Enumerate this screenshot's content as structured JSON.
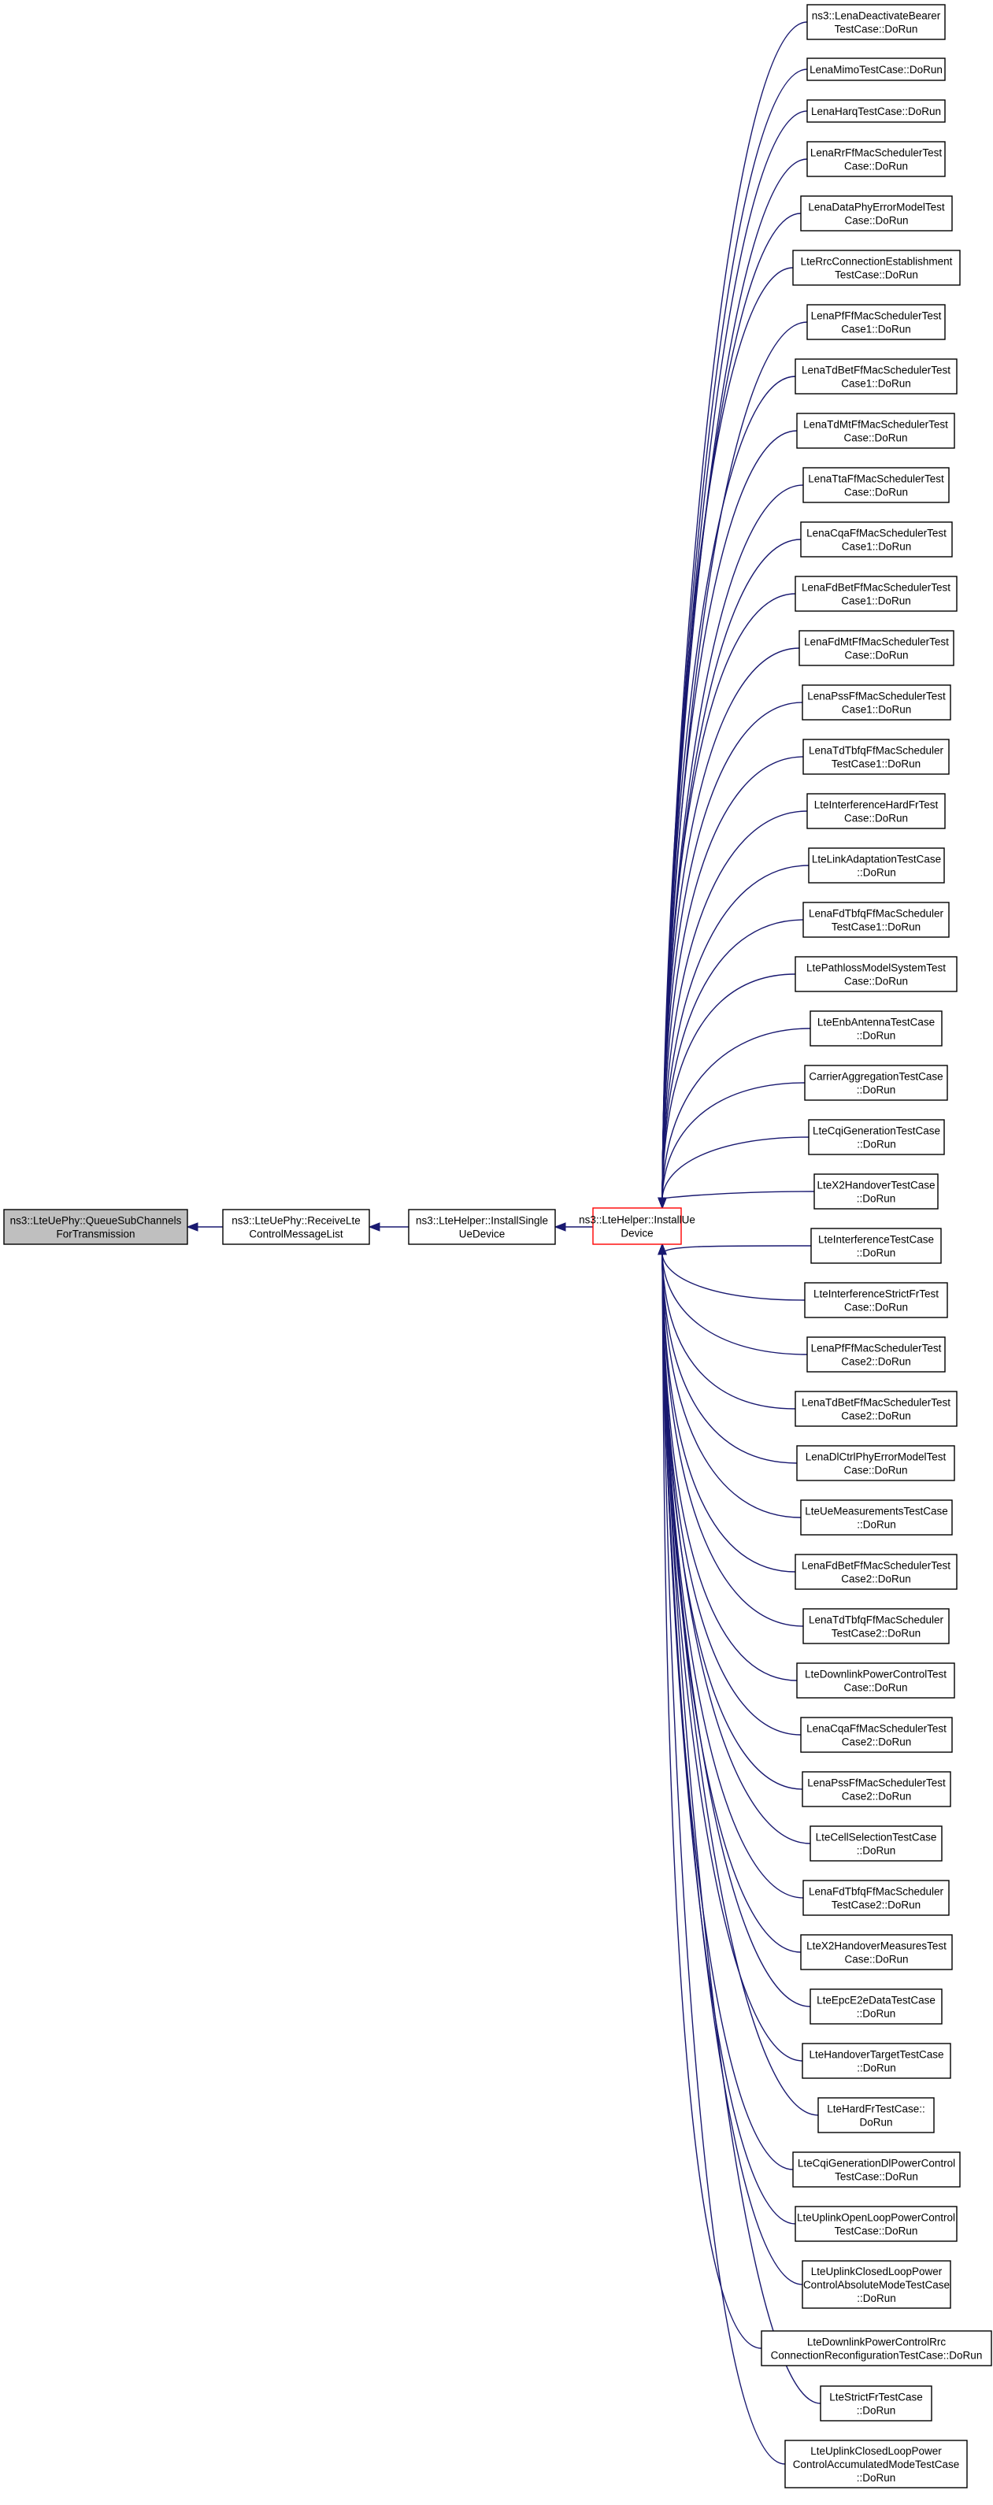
{
  "diagram": {
    "type": "call-graph",
    "edge_color": "#191970",
    "focus_border_color": "#ff0000",
    "root_fill": "#bfbfbf",
    "chain": [
      {
        "id": "queue-sub-channels",
        "lines": [
          "ns3::LteUePhy::QueueSubChannels",
          "ForTransmission"
        ],
        "style": "root"
      },
      {
        "id": "receive-lte-control",
        "lines": [
          "ns3::LteUePhy::ReceiveLte",
          "ControlMessageList"
        ],
        "style": "normal"
      },
      {
        "id": "install-single-ue",
        "lines": [
          "ns3::LteHelper::InstallSingle",
          "UeDevice"
        ],
        "style": "normal"
      },
      {
        "id": "install-ue-device",
        "lines": [
          "ns3::LteHelper::InstallUe",
          "Device"
        ],
        "style": "focus"
      }
    ],
    "callers": [
      {
        "lines": [
          "ns3::LenaDeactivateBearer",
          "TestCase::DoRun"
        ]
      },
      {
        "lines": [
          "LenaMimoTestCase::DoRun"
        ]
      },
      {
        "lines": [
          "LenaHarqTestCase::DoRun"
        ]
      },
      {
        "lines": [
          "LenaRrFfMacSchedulerTest",
          "Case::DoRun"
        ]
      },
      {
        "lines": [
          "LenaDataPhyErrorModelTest",
          "Case::DoRun"
        ]
      },
      {
        "lines": [
          "LteRrcConnectionEstablishment",
          "TestCase::DoRun"
        ]
      },
      {
        "lines": [
          "LenaPfFfMacSchedulerTest",
          "Case1::DoRun"
        ]
      },
      {
        "lines": [
          "LenaTdBetFfMacSchedulerTest",
          "Case1::DoRun"
        ]
      },
      {
        "lines": [
          "LenaTdMtFfMacSchedulerTest",
          "Case::DoRun"
        ]
      },
      {
        "lines": [
          "LenaTtaFfMacSchedulerTest",
          "Case::DoRun"
        ]
      },
      {
        "lines": [
          "LenaCqaFfMacSchedulerTest",
          "Case1::DoRun"
        ]
      },
      {
        "lines": [
          "LenaFdBetFfMacSchedulerTest",
          "Case1::DoRun"
        ]
      },
      {
        "lines": [
          "LenaFdMtFfMacSchedulerTest",
          "Case::DoRun"
        ]
      },
      {
        "lines": [
          "LenaPssFfMacSchedulerTest",
          "Case1::DoRun"
        ]
      },
      {
        "lines": [
          "LenaTdTbfqFfMacScheduler",
          "TestCase1::DoRun"
        ]
      },
      {
        "lines": [
          "LteInterferenceHardFrTest",
          "Case::DoRun"
        ]
      },
      {
        "lines": [
          "LteLinkAdaptationTestCase",
          "::DoRun"
        ]
      },
      {
        "lines": [
          "LenaFdTbfqFfMacScheduler",
          "TestCase1::DoRun"
        ]
      },
      {
        "lines": [
          "LtePathlossModelSystemTest",
          "Case::DoRun"
        ]
      },
      {
        "lines": [
          "LteEnbAntennaTestCase",
          "::DoRun"
        ]
      },
      {
        "lines": [
          "CarrierAggregationTestCase",
          "::DoRun"
        ]
      },
      {
        "lines": [
          "LteCqiGenerationTestCase",
          "::DoRun"
        ]
      },
      {
        "lines": [
          "LteX2HandoverTestCase",
          "::DoRun"
        ]
      },
      {
        "lines": [
          "LteInterferenceTestCase",
          "::DoRun"
        ]
      },
      {
        "lines": [
          "LteInterferenceStrictFrTest",
          "Case::DoRun"
        ]
      },
      {
        "lines": [
          "LenaPfFfMacSchedulerTest",
          "Case2::DoRun"
        ]
      },
      {
        "lines": [
          "LenaTdBetFfMacSchedulerTest",
          "Case2::DoRun"
        ]
      },
      {
        "lines": [
          "LenaDlCtrlPhyErrorModelTest",
          "Case::DoRun"
        ]
      },
      {
        "lines": [
          "LteUeMeasurementsTestCase",
          "::DoRun"
        ]
      },
      {
        "lines": [
          "LenaFdBetFfMacSchedulerTest",
          "Case2::DoRun"
        ]
      },
      {
        "lines": [
          "LenaTdTbfqFfMacScheduler",
          "TestCase2::DoRun"
        ]
      },
      {
        "lines": [
          "LteDownlinkPowerControlTest",
          "Case::DoRun"
        ]
      },
      {
        "lines": [
          "LenaCqaFfMacSchedulerTest",
          "Case2::DoRun"
        ]
      },
      {
        "lines": [
          "LenaPssFfMacSchedulerTest",
          "Case2::DoRun"
        ]
      },
      {
        "lines": [
          "LteCellSelectionTestCase",
          "::DoRun"
        ]
      },
      {
        "lines": [
          "LenaFdTbfqFfMacScheduler",
          "TestCase2::DoRun"
        ]
      },
      {
        "lines": [
          "LteX2HandoverMeasuresTest",
          "Case::DoRun"
        ]
      },
      {
        "lines": [
          "LteEpcE2eDataTestCase",
          "::DoRun"
        ]
      },
      {
        "lines": [
          "LteHandoverTargetTestCase",
          "::DoRun"
        ]
      },
      {
        "lines": [
          "LteHardFrTestCase::",
          "DoRun"
        ]
      },
      {
        "lines": [
          "LteCqiGenerationDlPowerControl",
          "TestCase::DoRun"
        ]
      },
      {
        "lines": [
          "LteUplinkOpenLoopPowerControl",
          "TestCase::DoRun"
        ]
      },
      {
        "lines": [
          "LteUplinkClosedLoopPower",
          "ControlAbsoluteModeTestCase",
          "::DoRun"
        ]
      },
      {
        "lines": [
          "LteDownlinkPowerControlRrc",
          "ConnectionReconfigurationTestCase::DoRun"
        ]
      },
      {
        "lines": [
          "LteStrictFrTestCase",
          "::DoRun"
        ]
      },
      {
        "lines": [
          "LteUplinkClosedLoopPower",
          "ControlAccumulatedModeTestCase",
          "::DoRun"
        ]
      }
    ]
  }
}
